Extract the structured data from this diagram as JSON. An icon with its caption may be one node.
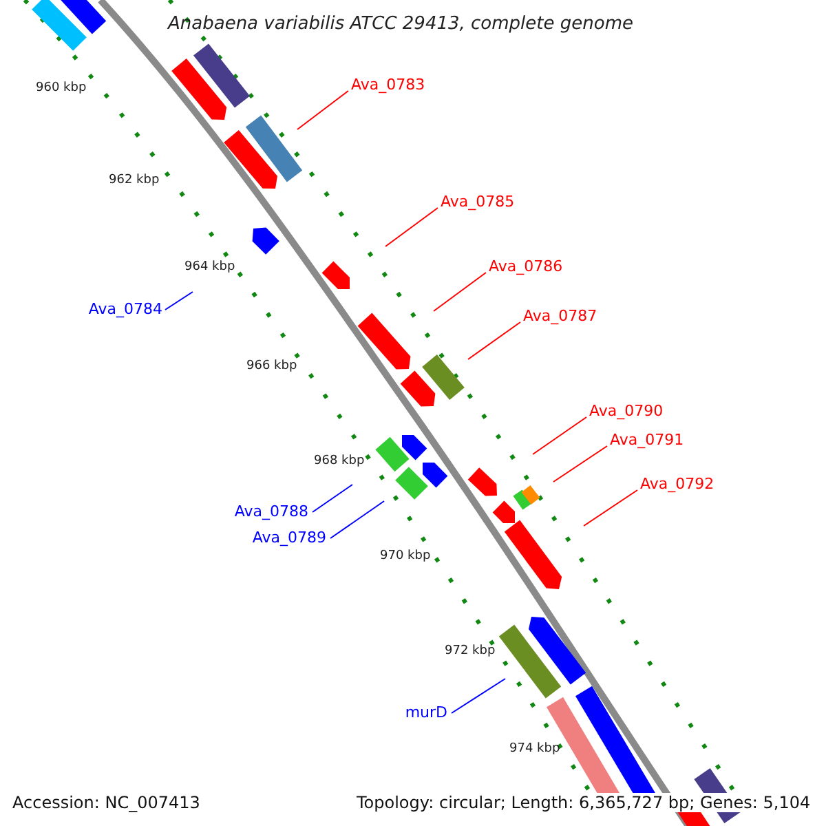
{
  "diagram": {
    "title": "Anabaena variabilis ATCC 29413, complete genome",
    "nodes": [
      {
        "text": [
          "Ava_0783"
        ]
      },
      {
        "text": [
          "Ava_0785"
        ]
      },
      {
        "text": [
          "Ava_0786"
        ]
      },
      {
        "text": [
          "Ava_0784"
        ]
      },
      {
        "text": [
          "Ava_0787"
        ]
      },
      {
        "text": [
          "Ava_0790"
        ]
      },
      {
        "text": [
          "Ava_0791"
        ]
      },
      {
        "text": [
          "Ava_0792"
        ]
      },
      {
        "text": [
          "Ava_0788"
        ]
      },
      {
        "text": [
          "Ava_0789"
        ]
      },
      {
        "text": [
          "murD"
        ]
      }
    ],
    "edges": [
      {
        "from": 0,
        "to": null,
        "arrow": "none"
      },
      {
        "from": 1,
        "to": null,
        "arrow": "none"
      },
      {
        "from": 2,
        "to": null,
        "arrow": "none"
      },
      {
        "from": 3,
        "to": null,
        "arrow": "none",
        "color": "#0000ff"
      },
      {
        "from": 4,
        "to": null,
        "arrow": "none"
      },
      {
        "from": 5,
        "to": null,
        "arrow": "none"
      },
      {
        "from": 6,
        "to": null,
        "arrow": "none"
      },
      {
        "from": 7,
        "to": null,
        "arrow": "none"
      },
      {
        "from": 8,
        "to": null,
        "arrow": "none",
        "color": "#0000ff"
      },
      {
        "from": 9,
        "to": null,
        "arrow": "none",
        "color": "#0000ff"
      },
      {
        "from": 10,
        "to": null,
        "arrow": "none",
        "color": "#0000ff"
      }
    ],
    "labels": [
      "960 kbp",
      "962 kbp",
      "964 kbp",
      "966 kbp",
      "968 kbp",
      "970 kbp",
      "972 kbp",
      "974 kbp",
      "Accession: NC_007413",
      "Topology: circular; Length: 6,365,727 bp; Genes: 5,104"
    ]
  }
}
